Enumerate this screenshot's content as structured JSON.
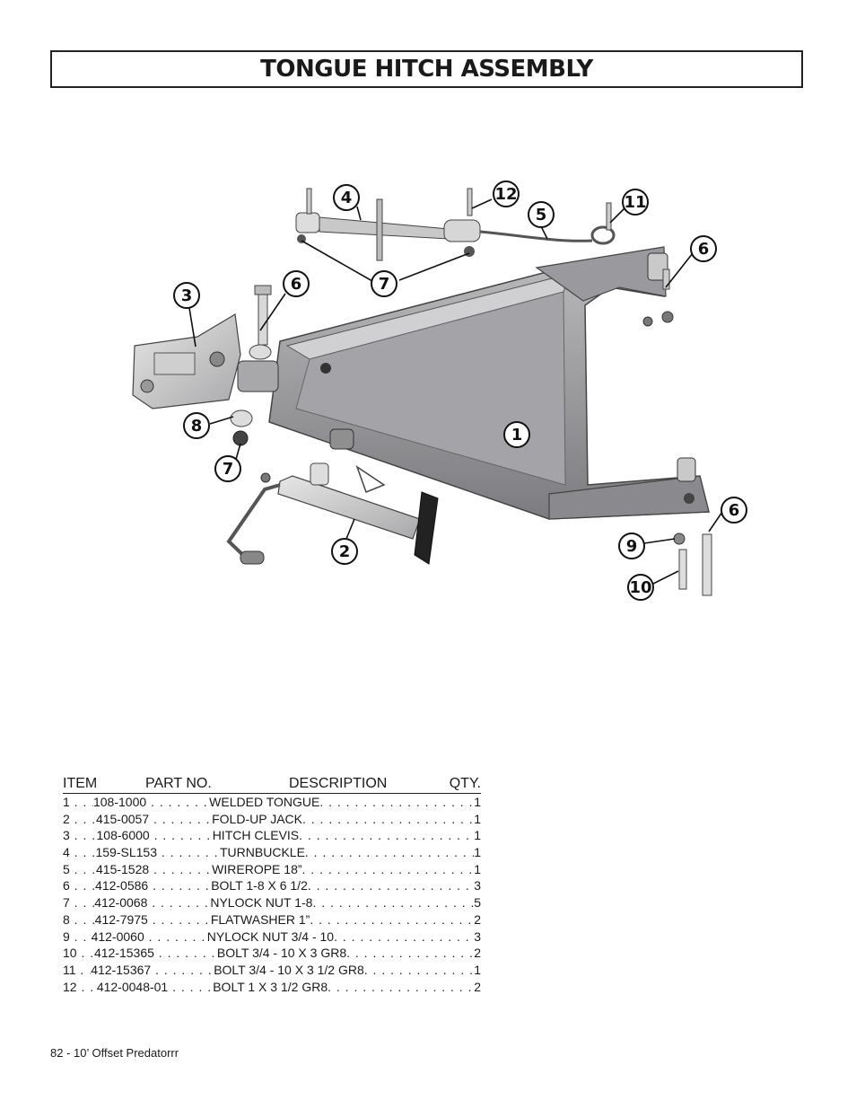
{
  "page": {
    "title": "TONGUE HITCH ASSEMBLY",
    "footer": "82 - 10’ Offset Predatorrr"
  },
  "diagram": {
    "callouts": [
      {
        "label": "1"
      },
      {
        "label": "2"
      },
      {
        "label": "3"
      },
      {
        "label": "4"
      },
      {
        "label": "5"
      },
      {
        "label": "6"
      },
      {
        "label": "6"
      },
      {
        "label": "6"
      },
      {
        "label": "7"
      },
      {
        "label": "7"
      },
      {
        "label": "8"
      },
      {
        "label": "9"
      },
      {
        "label": "10"
      },
      {
        "label": "11"
      },
      {
        "label": "12"
      }
    ]
  },
  "parts_table": {
    "headers": {
      "item": "ITEM",
      "part": "PART NO.",
      "description": "DESCRIPTION",
      "qty": "QTY."
    },
    "rows": [
      {
        "item": "1",
        "part": "108-1000",
        "description": "WELDED TONGUE",
        "qty": "1"
      },
      {
        "item": "2",
        "part": "415-0057",
        "description": "FOLD-UP JACK",
        "qty": "1"
      },
      {
        "item": "3",
        "part": "108-6000",
        "description": "HITCH CLEVIS",
        "qty": "1"
      },
      {
        "item": "4",
        "part": "159-SL153",
        "description": "TURNBUCKLE",
        "qty": "1"
      },
      {
        "item": "5",
        "part": "415-1528",
        "description": "WIREROPE 18”",
        "qty": "1"
      },
      {
        "item": "6",
        "part": "412-0586",
        "description": "BOLT 1-8 X 6 1/2",
        "qty": "3"
      },
      {
        "item": "7",
        "part": "412-0068",
        "description": "NYLOCK NUT 1-8",
        "qty": "5"
      },
      {
        "item": "8",
        "part": "412-7975",
        "description": "FLATWASHER 1”",
        "qty": "2"
      },
      {
        "item": "9",
        "part": "412-0060",
        "description": "NYLOCK NUT 3/4 - 10",
        "qty": "3"
      },
      {
        "item": "10",
        "part": "412-15365",
        "description": "BOLT 3/4 - 10 X 3 GR8",
        "qty": "2"
      },
      {
        "item": "11",
        "part": "412-15367",
        "description": "BOLT 3/4 - 10 X 3 1/2 GR8",
        "qty": "1"
      },
      {
        "item": "12",
        "part": "412-0048-01",
        "description": "BOLT 1 X 3 1/2 GR8",
        "qty": "2"
      }
    ]
  }
}
